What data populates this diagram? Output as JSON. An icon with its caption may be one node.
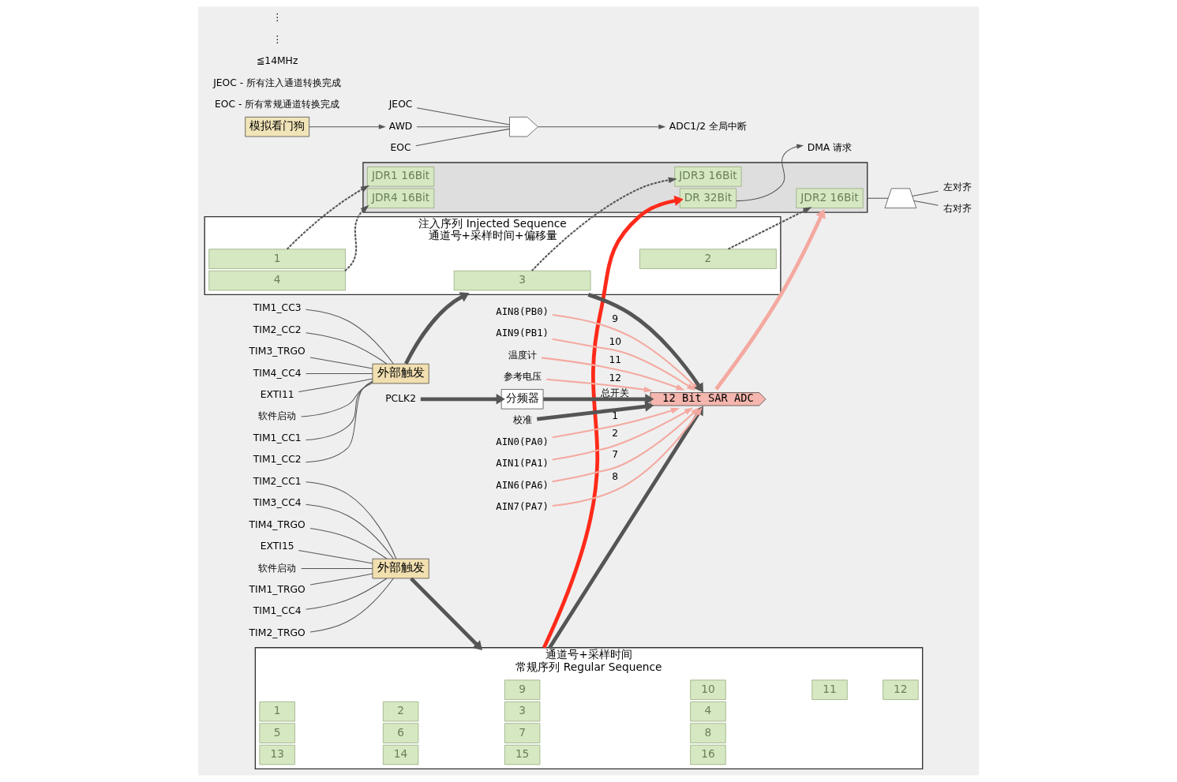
{
  "diagram": {
    "nodes": [
      {
        "text": [
          "外部触发"
        ]
      },
      {
        "text": [
          "TIM1_TRGO"
        ]
      },
      {
        "text": [
          "TIM1_CC4"
        ]
      },
      {
        "text": [
          "TIM2_TRGO"
        ]
      },
      {
        "text": [
          "TIM2_CC1"
        ]
      },
      {
        "text": [
          "TIM3_CC4"
        ]
      },
      {
        "text": [
          "TIM4_TRGO"
        ]
      },
      {
        "text": [
          "EXTI15"
        ]
      },
      {
        "text": [
          "软件启动"
        ]
      },
      {
        "text": [
          "通道号+采样时间",
          "常规序列 Regular Sequence"
        ]
      },
      {
        "text": [
          "1"
        ],
        "in": 9
      },
      {
        "text": [
          "2"
        ],
        "in": 9
      },
      {
        "text": [
          "3"
        ],
        "in": 9
      },
      {
        "text": [
          "4"
        ],
        "in": 9
      },
      {
        "text": [
          "5"
        ],
        "in": 9
      },
      {
        "text": [
          "6"
        ],
        "in": 9
      },
      {
        "text": [
          "7"
        ],
        "in": 9
      },
      {
        "text": [
          "8"
        ],
        "in": 9
      },
      {
        "text": [
          "9"
        ],
        "in": 9
      },
      {
        "text": [
          "10"
        ],
        "in": 9
      },
      {
        "text": [
          "11"
        ],
        "in": 9
      },
      {
        "text": [
          "12"
        ],
        "in": 9
      },
      {
        "text": [
          "13"
        ],
        "in": 9
      },
      {
        "text": [
          "14"
        ],
        "in": 9
      },
      {
        "text": [
          "15"
        ],
        "in": 9
      },
      {
        "text": [
          "16"
        ],
        "in": 9
      },
      {
        "text": [
          "模拟看门狗"
        ]
      },
      {
        "text": [
          "AWD"
        ]
      },
      {
        "text": [
          "EOC"
        ]
      },
      {
        "text": [
          "JEOC"
        ]
      },
      {
        "text": [],
        "shape": "gate"
      },
      {
        "text": [
          "ADC1/2 全局中断"
        ]
      },
      {
        "text": [],
        "shape": "box"
      },
      {
        "text": [
          "DR 32Bit"
        ],
        "in": 32
      },
      {
        "text": [
          "JDR1 16Bit"
        ],
        "in": 32
      },
      {
        "text": [
          "JDR2 16Bit"
        ],
        "in": 32
      },
      {
        "text": [
          "JDR3 16Bit"
        ],
        "in": 32
      },
      {
        "text": [
          "JDR4 16Bit"
        ],
        "in": 32
      },
      {
        "text": [
          "DMA 请求"
        ]
      },
      {
        "text": [
          "12 Bit SAR ADC"
        ]
      },
      {
        "text": [
          "分频器"
        ]
      },
      {
        "text": [
          "PCLK2"
        ]
      },
      {
        "text": [
          "校准"
        ]
      },
      {
        "text": [
          "AIN0(PA0)"
        ]
      },
      {
        "text": [
          "AIN1(PA1)"
        ]
      },
      {
        "text": [
          "AIN6(PA6)"
        ]
      },
      {
        "text": [
          "AIN7(PA7)"
        ]
      },
      {
        "text": [
          "AIN8(PB0)"
        ]
      },
      {
        "text": [
          "AIN9(PB1)"
        ]
      },
      {
        "text": [
          "温度计"
        ]
      },
      {
        "text": [
          "参考电压"
        ]
      },
      {
        "text": [
          "注入序列 Injected Sequence",
          "通道号+采样时间+偏移量"
        ]
      },
      {
        "text": [
          "1"
        ],
        "in": 51
      },
      {
        "text": [
          "2"
        ],
        "in": 51
      },
      {
        "text": [
          "3"
        ],
        "in": 51
      },
      {
        "text": [
          "4"
        ],
        "in": 51
      },
      {
        "text": [
          "外部触发"
        ]
      },
      {
        "text": [
          "TIM1_CC1"
        ]
      },
      {
        "text": [
          "TIM1_CC2"
        ]
      },
      {
        "text": [
          "TIM1_CC3"
        ]
      },
      {
        "text": [
          "TIM2_CC2"
        ]
      },
      {
        "text": [
          "TIM3_TRGO"
        ]
      },
      {
        "text": [
          "TIM4_CC4"
        ]
      },
      {
        "text": [
          "EXTI11"
        ]
      },
      {
        "text": [
          "软件启动"
        ]
      },
      {
        "text": [],
        "shape": "trapezoid"
      },
      {
        "text": [
          "左对齐"
        ]
      },
      {
        "text": [
          "右对齐"
        ]
      }
    ],
    "edges": [
      {
        "from": 1,
        "to": 0,
        "arrow": "none"
      },
      {
        "from": 2,
        "to": 0,
        "arrow": "none"
      },
      {
        "from": 3,
        "to": 0,
        "arrow": "none"
      },
      {
        "from": 4,
        "to": 0,
        "arrow": "none"
      },
      {
        "from": 5,
        "to": 0,
        "arrow": "none"
      },
      {
        "from": 6,
        "to": 0,
        "arrow": "none"
      },
      {
        "from": 7,
        "to": 0,
        "arrow": "none"
      },
      {
        "from": 8,
        "to": 0,
        "arrow": "none"
      },
      {
        "from": 0,
        "to": 9,
        "arrow": "to",
        "style": "thick"
      },
      {
        "from": 9,
        "to": 39,
        "arrow": "to",
        "style": "thick"
      },
      {
        "from": 57,
        "to": 56,
        "arrow": "none"
      },
      {
        "from": 58,
        "to": 56,
        "arrow": "none"
      },
      {
        "from": 59,
        "to": 56,
        "arrow": "none"
      },
      {
        "from": 60,
        "to": 56,
        "arrow": "none"
      },
      {
        "from": 61,
        "to": 56,
        "arrow": "none"
      },
      {
        "from": 62,
        "to": 56,
        "arrow": "none"
      },
      {
        "from": 63,
        "to": 56,
        "arrow": "none"
      },
      {
        "from": 64,
        "to": 56,
        "arrow": "none"
      },
      {
        "from": 56,
        "to": 51,
        "arrow": "to",
        "style": "thick"
      },
      {
        "from": 51,
        "to": 39,
        "arrow": "to",
        "style": "thick"
      },
      {
        "from": 43,
        "to": 39,
        "arrow": "to",
        "label": "1",
        "color": "#f4a9a0"
      },
      {
        "from": 44,
        "to": 39,
        "arrow": "to",
        "label": "2",
        "color": "#f4a9a0"
      },
      {
        "from": 45,
        "to": 39,
        "arrow": "to",
        "label": "7",
        "color": "#f4a9a0"
      },
      {
        "from": 46,
        "to": 39,
        "arrow": "to",
        "label": "8",
        "color": "#f4a9a0"
      },
      {
        "from": 47,
        "to": 39,
        "arrow": "to",
        "label": "9",
        "color": "#f4a9a0"
      },
      {
        "from": 48,
        "to": 39,
        "arrow": "to",
        "label": "10",
        "color": "#f4a9a0"
      },
      {
        "from": 49,
        "to": 39,
        "arrow": "to",
        "label": "11",
        "color": "#f4a9a0"
      },
      {
        "from": 50,
        "to": 39,
        "arrow": "to",
        "label": "12",
        "color": "#f4a9a0"
      },
      {
        "from": 41,
        "to": 40,
        "arrow": "to",
        "style": "thick"
      },
      {
        "from": 40,
        "to": 39,
        "arrow": "to",
        "label": "总开关",
        "style": "thick"
      },
      {
        "from": 42,
        "to": 39,
        "arrow": "to",
        "style": "thick"
      },
      {
        "from": 39,
        "to": 32,
        "arrow": "to",
        "style": "thick",
        "color": "#f4a9a0"
      },
      {
        "from": 9,
        "to": 33,
        "arrow": "to",
        "style": "thick",
        "color": "#ff2a1a"
      },
      {
        "from": 52,
        "to": 34,
        "arrow": "to",
        "style": "dashed"
      },
      {
        "from": 53,
        "to": 35,
        "arrow": "to",
        "style": "dashed"
      },
      {
        "from": 54,
        "to": 36,
        "arrow": "to",
        "style": "dashed"
      },
      {
        "from": 55,
        "to": 37,
        "arrow": "to",
        "style": "dashed"
      },
      {
        "from": 33,
        "to": 38,
        "arrow": "to"
      },
      {
        "from": 26,
        "to": 27,
        "arrow": "to"
      },
      {
        "from": 27,
        "to": 30,
        "arrow": "none"
      },
      {
        "from": 28,
        "to": 30,
        "arrow": "none"
      },
      {
        "from": 29,
        "to": 30,
        "arrow": "none"
      },
      {
        "from": 30,
        "to": 31,
        "arrow": "to"
      },
      {
        "from": 32,
        "to": 65,
        "arrow": "none"
      },
      {
        "from": 65,
        "to": 66,
        "arrow": "none"
      },
      {
        "from": 65,
        "to": 67,
        "arrow": "none"
      }
    ],
    "labels": [
      "EOC - 所有常规通道转换完成",
      "JEOC - 所有注入通道转换完成",
      "≦14MHz",
      "⋮",
      "⋮"
    ]
  }
}
